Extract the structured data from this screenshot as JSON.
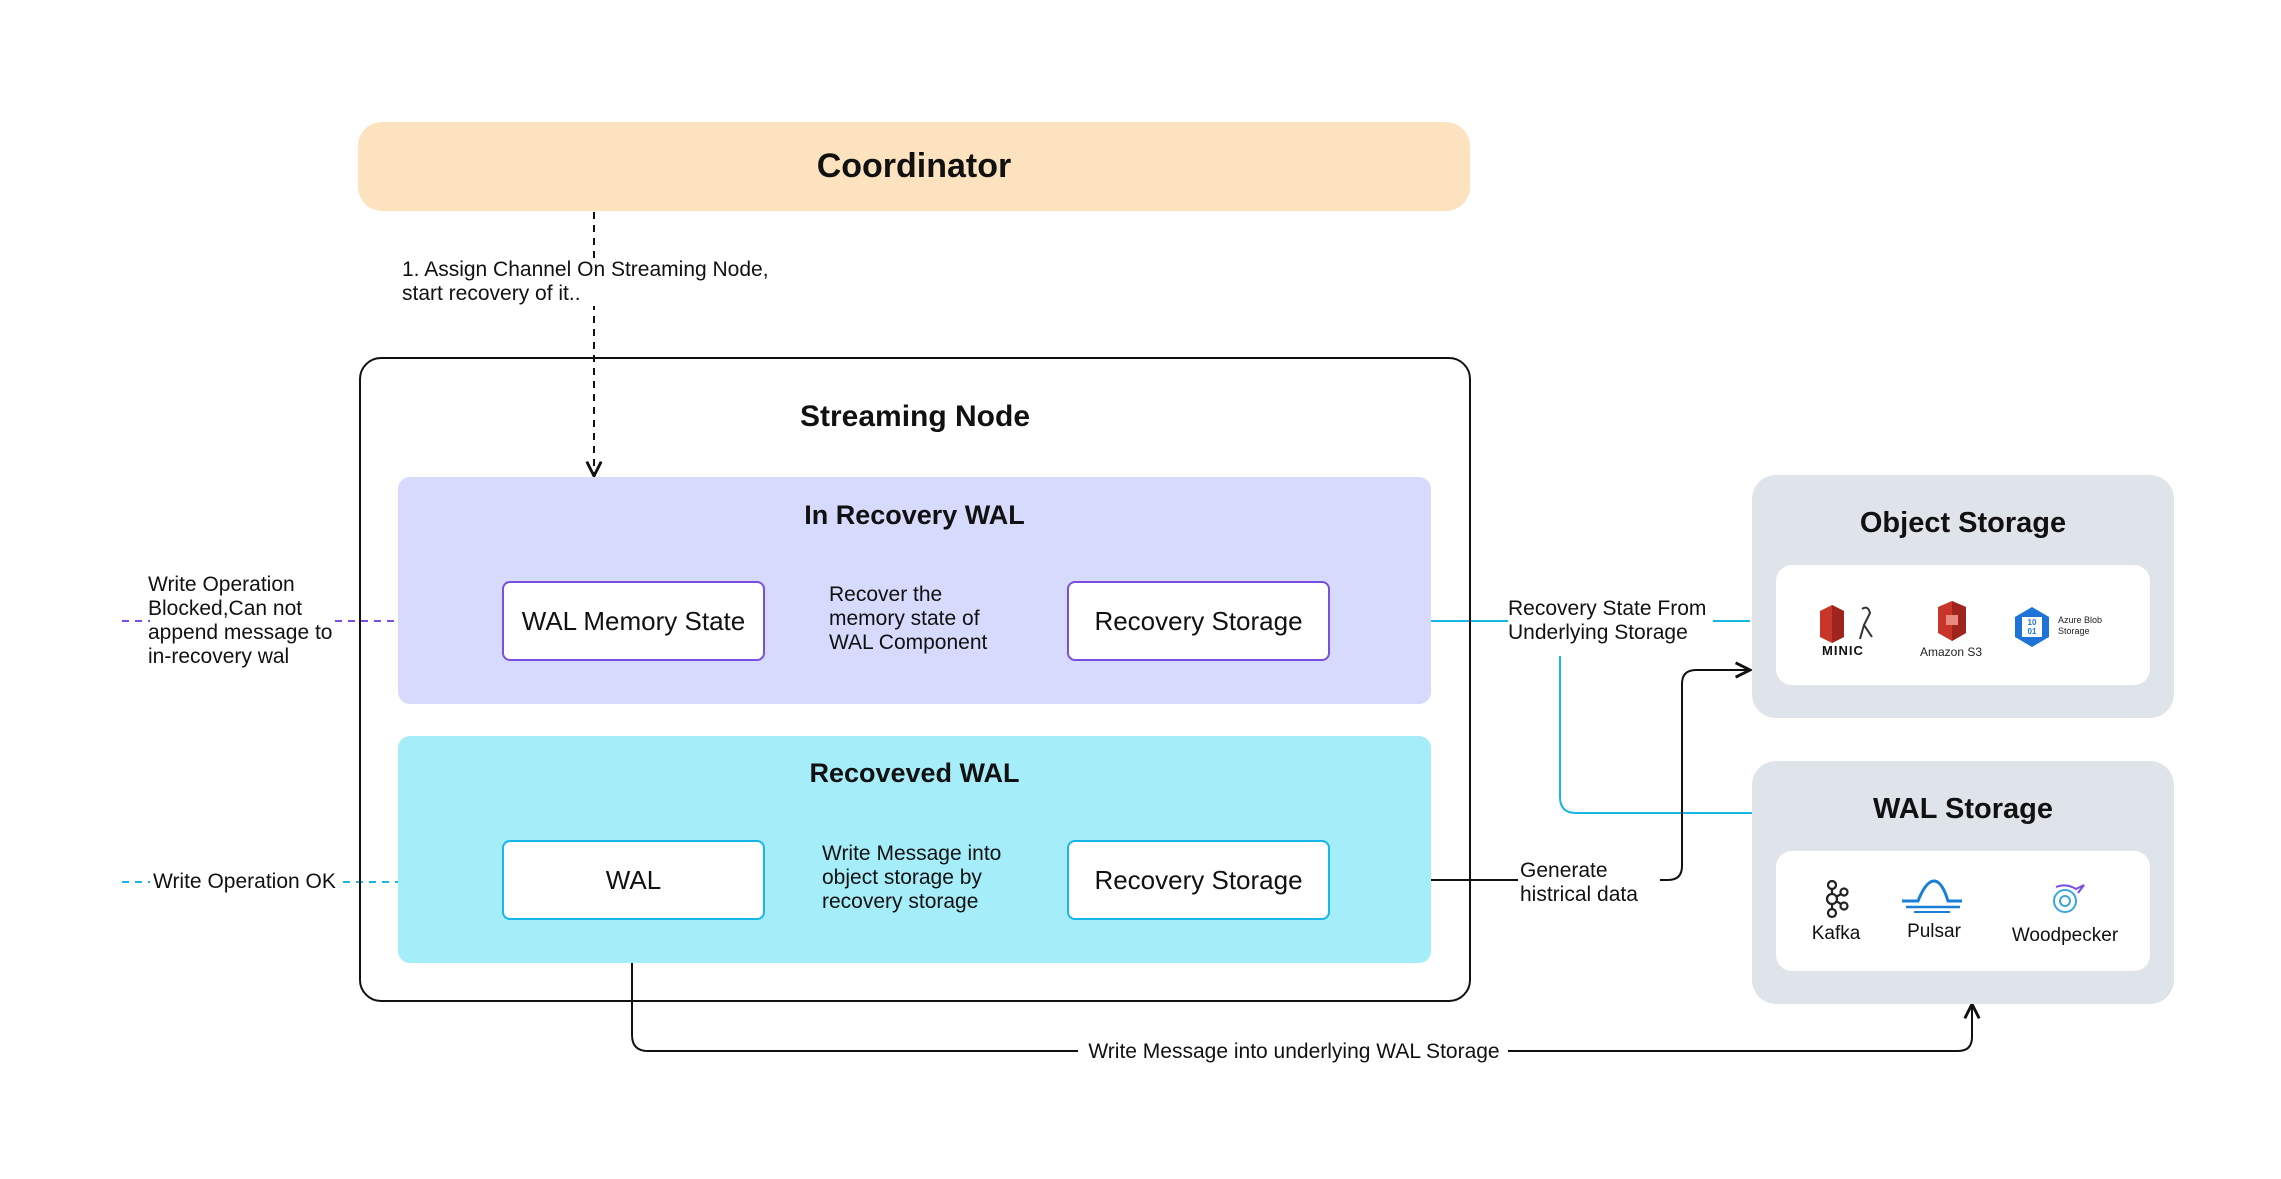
{
  "coordinator": {
    "title": "Coordinator"
  },
  "assign_label": "1. Assign Channel On Streaming Node,\nstart recovery of it..",
  "streaming_node": {
    "title": "Streaming Node",
    "in_recovery_wal": {
      "title": "In Recovery WAL",
      "wal_memory_state": "WAL Memory State",
      "recovery_storage": "Recovery Storage",
      "recover_label": "Recover the\nmemory state of\nWAL Component"
    },
    "recovered_wal": {
      "title": "Recoveved WAL",
      "wal": "WAL",
      "recovery_storage": "Recovery Storage",
      "write_label": "Write Message into\nobject storage by\nrecovery storage"
    }
  },
  "external_labels": {
    "write_blocked": "Write Operation\nBlocked,Can not\nappend message to\nin-recovery wal",
    "write_ok": "Write Operation OK",
    "recovery_state": "Recovery State From\nUnderlying Storage",
    "generate": "Generate\nhistrical data",
    "write_underlying": "Write Message into underlying WAL Storage"
  },
  "object_storage": {
    "title": "Object Storage",
    "logos": {
      "minio": "MINIC",
      "s3": "Amazon S3",
      "azure": "Azure Blob\nStorage",
      "azure_glyph": "10\n01"
    }
  },
  "wal_storage": {
    "title": "WAL Storage",
    "logos": {
      "kafka": "Kafka",
      "pulsar": "Pulsar",
      "woodpecker": "Woodpecker"
    }
  },
  "colors": {
    "coordinator_bg": "#fde2c0",
    "in_recovery_bg": "#d6dafc",
    "recovered_bg": "#a6edfa",
    "storage_bg": "#dfe4eb",
    "purple": "#7a4fe0",
    "cyan": "#17b6e6",
    "aws_red": "#c8352b",
    "azure_blue": "#1f73d6"
  }
}
